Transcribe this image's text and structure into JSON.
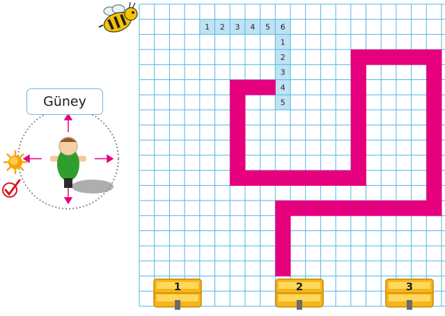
{
  "direction_label": "Güney",
  "column_numbers": [
    "1",
    "2",
    "3",
    "4",
    "5",
    "6"
  ],
  "row_numbers": [
    "1",
    "2",
    "3",
    "4",
    "5"
  ],
  "targets": [
    {
      "label": "1"
    },
    {
      "label": "2"
    },
    {
      "label": "3"
    }
  ],
  "colors": {
    "grid_line": "#4fb6e3",
    "path": "#e6007e",
    "number_cell": "#bfe3f4",
    "sun": "#f7a400",
    "arrow": "#e6007e",
    "check": "#d7141a"
  },
  "icons": [
    "bee-icon",
    "sun-icon",
    "checkmark-icon",
    "child-compass-icon",
    "treasure-chest-icon"
  ]
}
